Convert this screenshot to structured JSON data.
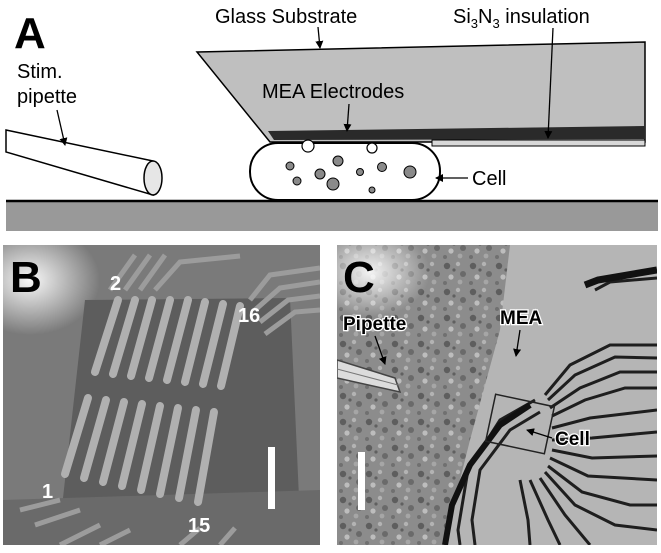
{
  "panel_a": {
    "letter": "A",
    "glass_label": "Glass Substrate",
    "insulation_prefix": "Si",
    "insulation_sub1": "3",
    "insulation_mid": "N",
    "insulation_sub2": "3",
    "insulation_suffix": " insulation",
    "stim_line1": "Stim.",
    "stim_line2": "pipette",
    "mea_label": "MEA Electrodes",
    "cell_label": "Cell"
  },
  "panel_b": {
    "letter": "B",
    "electrode_labels": [
      "2",
      "16",
      "1",
      "15"
    ]
  },
  "panel_c": {
    "letter": "C",
    "pipette_label": "Pipette",
    "mea_label": "MEA",
    "cell_label": "Cell"
  }
}
